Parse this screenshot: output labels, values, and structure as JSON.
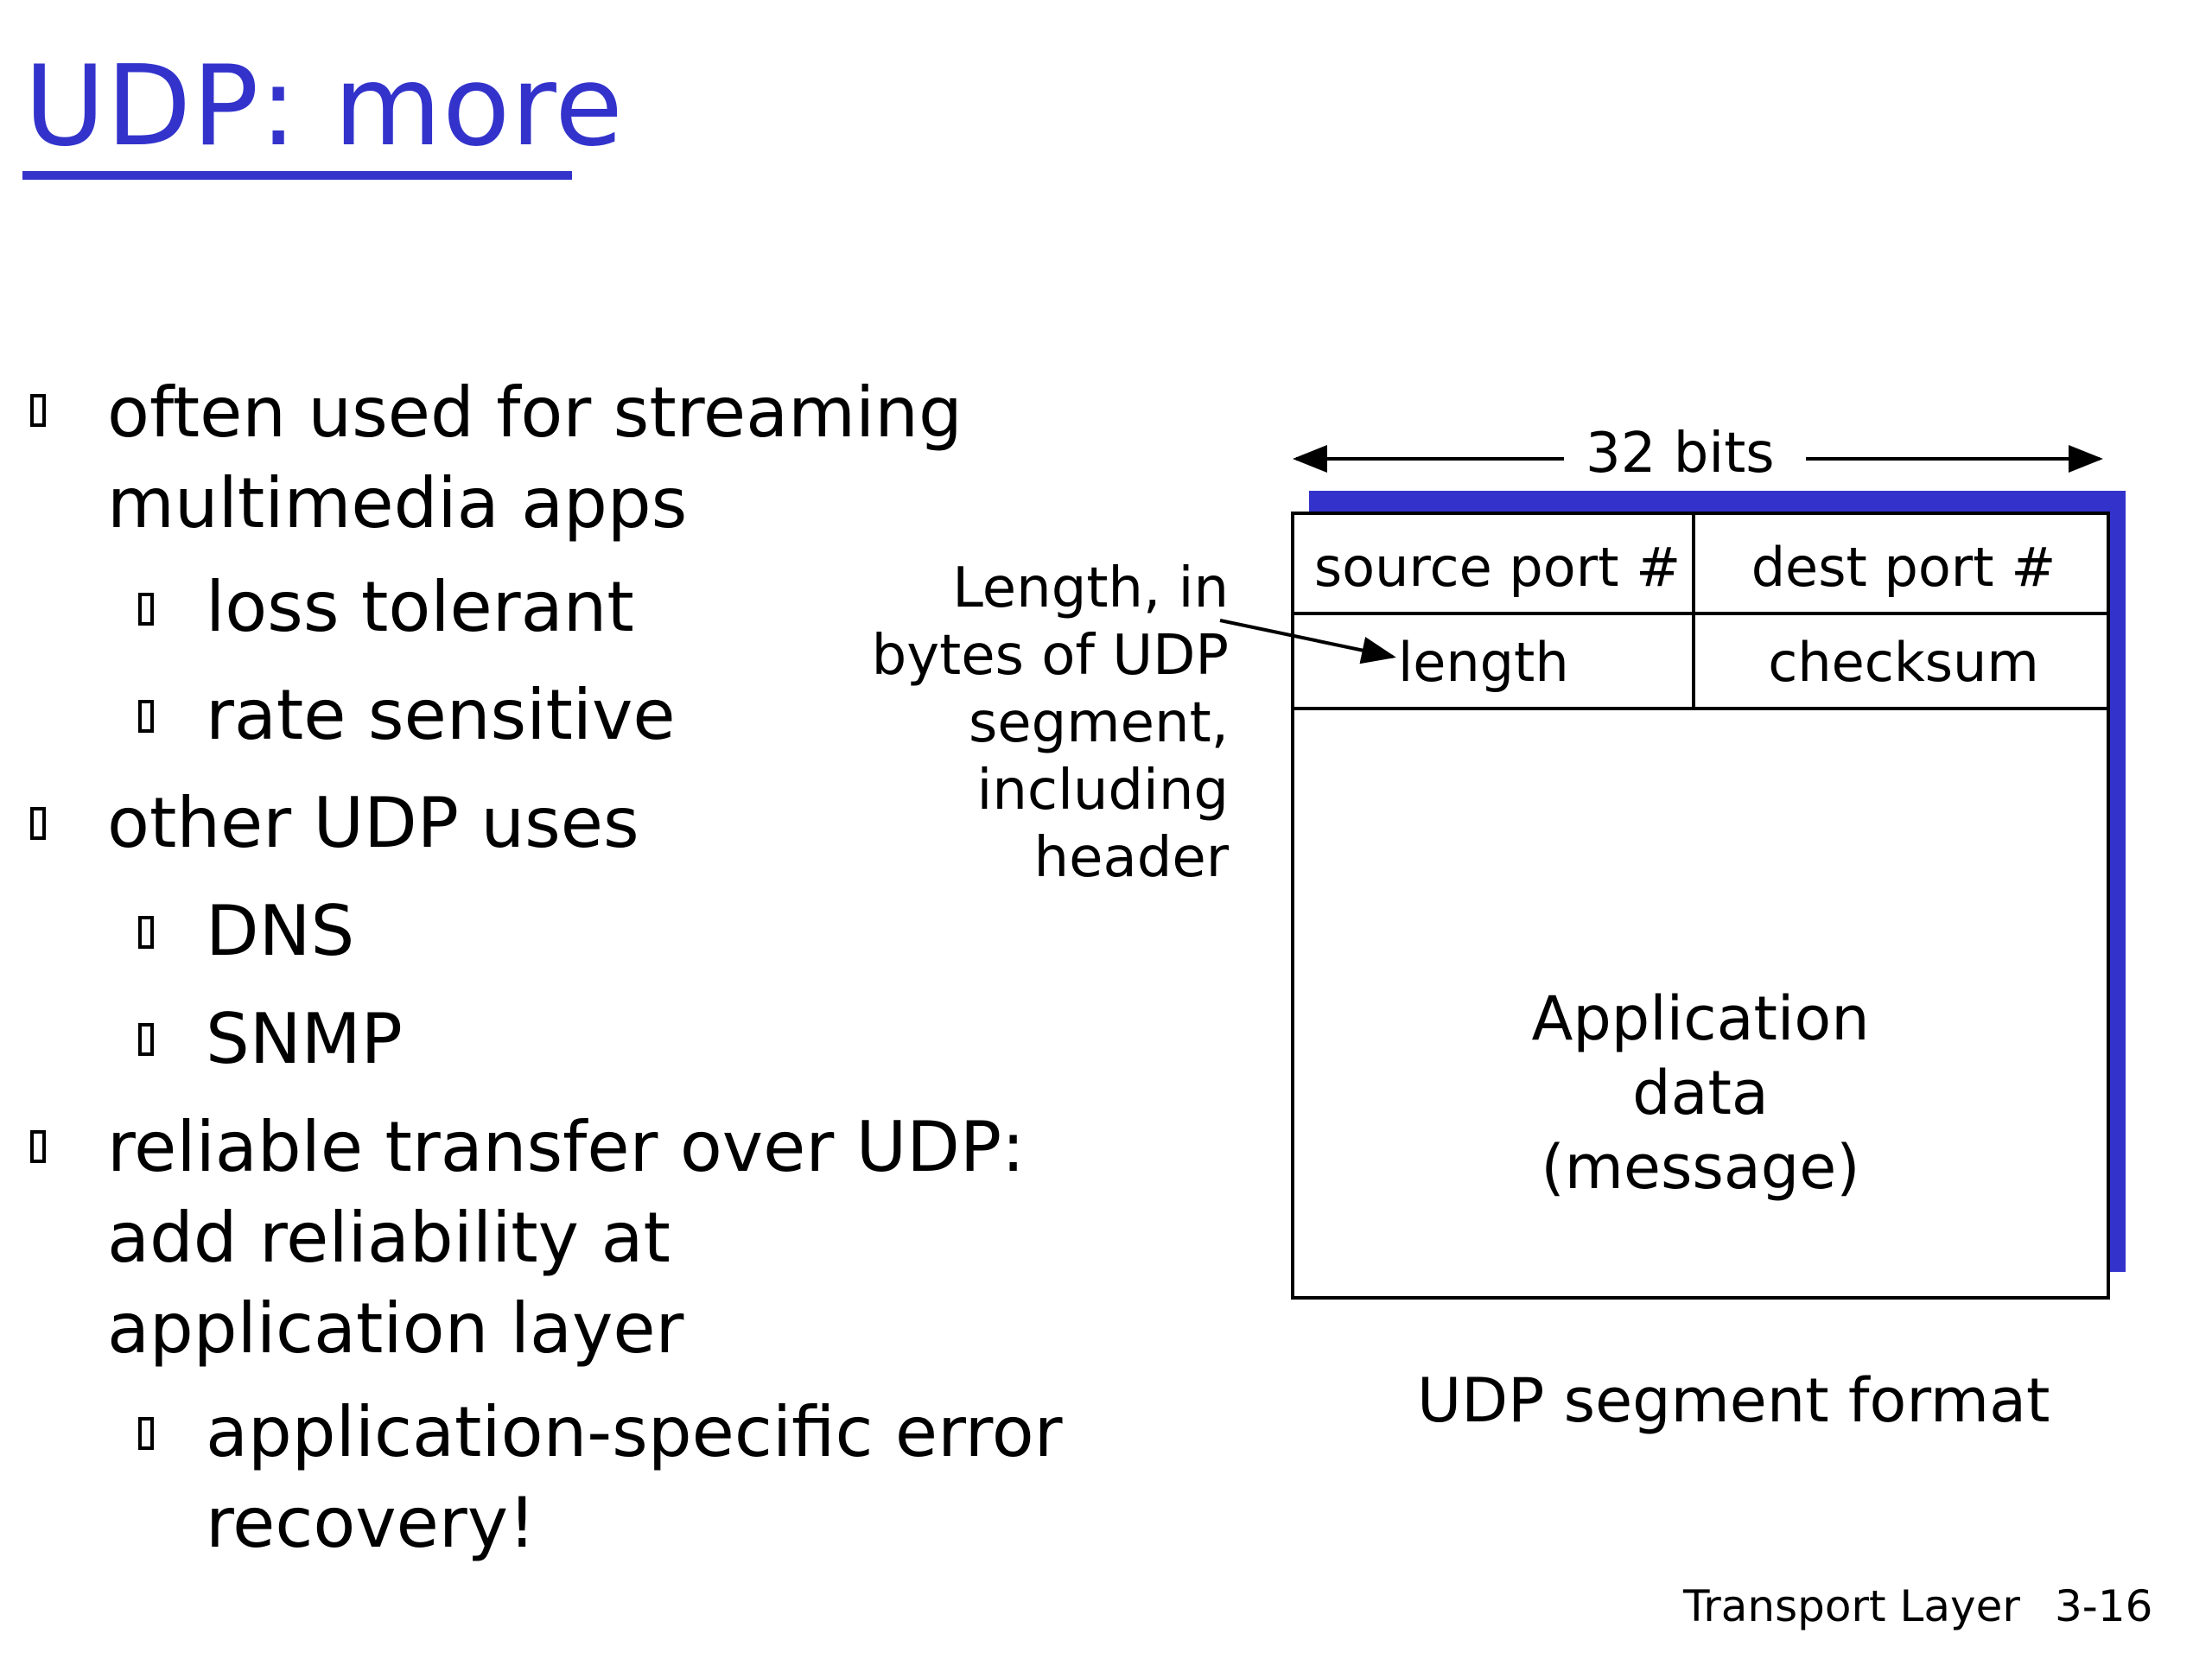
{
  "title": "UDP: more",
  "bullets": [
    {
      "text": "often used for streaming multimedia apps",
      "sub": [
        "loss tolerant",
        "rate sensitive"
      ]
    },
    {
      "text": "other UDP uses",
      "sub": [
        "DNS",
        "SNMP"
      ]
    },
    {
      "text": "reliable transfer over UDP: add reliability at application layer",
      "sub": [
        "application-specific error recovery!"
      ]
    }
  ],
  "diagram": {
    "width_label": "32 bits",
    "fields": {
      "source_port": "source port #",
      "dest_port": "dest port #",
      "length": "length",
      "checksum": "checksum",
      "app_data_line1": "Application",
      "app_data_line2": "data",
      "app_data_line3": "(message)"
    },
    "annotation": "Length, in bytes of UDP segment, including header",
    "caption": "UDP segment format",
    "accent_color": "#3333cc"
  },
  "footer": {
    "section": "Transport Layer",
    "slide": "3-16"
  }
}
